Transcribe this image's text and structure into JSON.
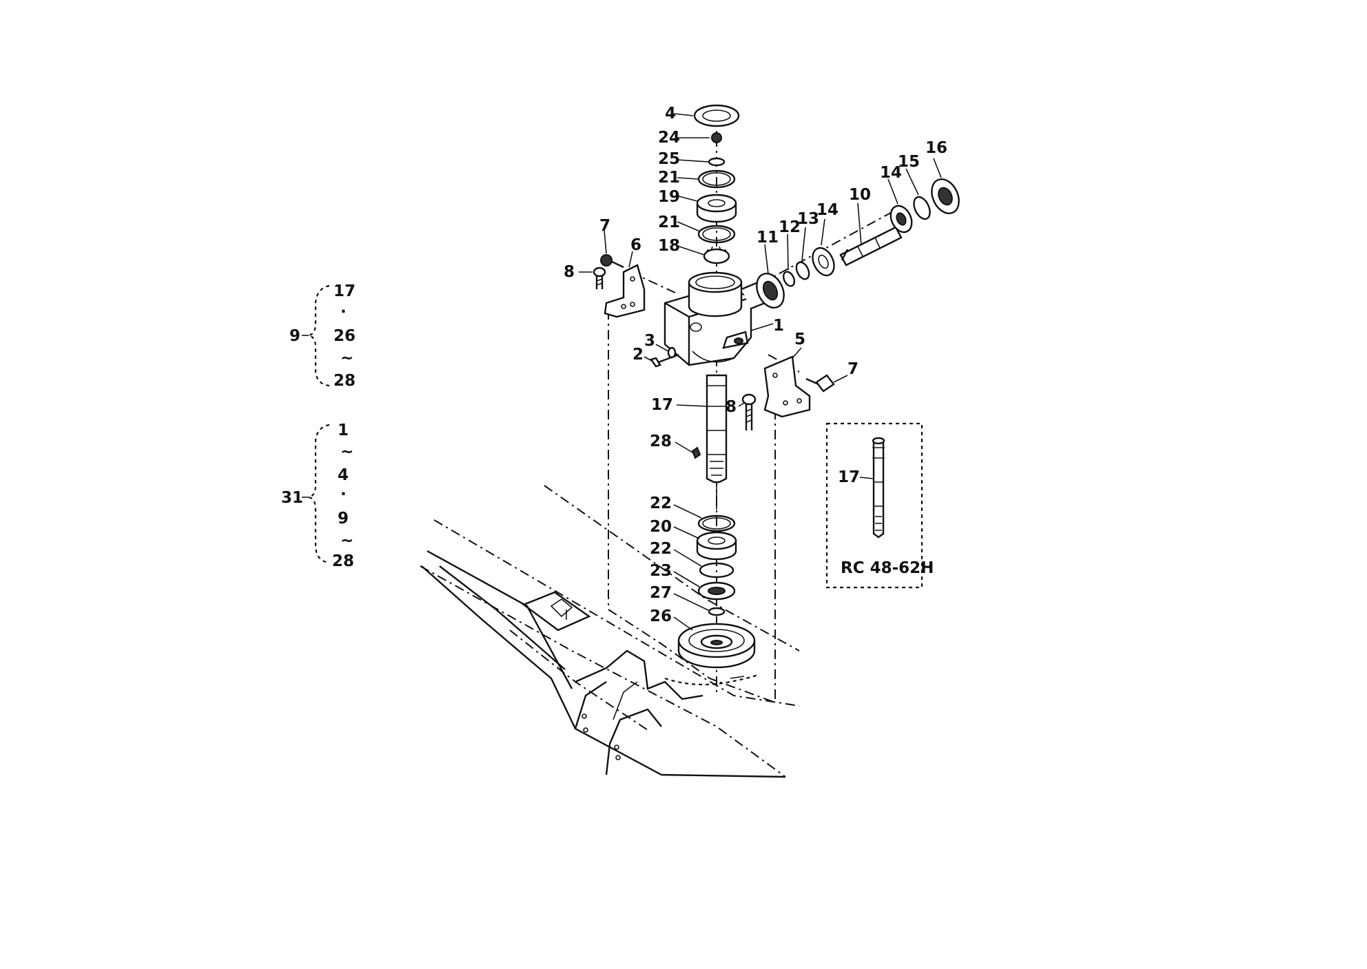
{
  "diagram": {
    "callouts": [
      {
        "id": "c4",
        "text": "4"
      },
      {
        "id": "c24",
        "text": "24"
      },
      {
        "id": "c25",
        "text": "25"
      },
      {
        "id": "c21a",
        "text": "21"
      },
      {
        "id": "c19",
        "text": "19"
      },
      {
        "id": "c21b",
        "text": "21"
      },
      {
        "id": "c18",
        "text": "18"
      },
      {
        "id": "c7a",
        "text": "7"
      },
      {
        "id": "c6",
        "text": "6"
      },
      {
        "id": "c8a",
        "text": "8"
      },
      {
        "id": "c11",
        "text": "11"
      },
      {
        "id": "c12",
        "text": "12"
      },
      {
        "id": "c13",
        "text": "13"
      },
      {
        "id": "c14a",
        "text": "14"
      },
      {
        "id": "c10",
        "text": "10"
      },
      {
        "id": "c14b",
        "text": "14"
      },
      {
        "id": "c15",
        "text": "15"
      },
      {
        "id": "c16",
        "text": "16"
      },
      {
        "id": "c1",
        "text": "1"
      },
      {
        "id": "c3",
        "text": "3"
      },
      {
        "id": "c2",
        "text": "2"
      },
      {
        "id": "c5",
        "text": "5"
      },
      {
        "id": "c7b",
        "text": "7"
      },
      {
        "id": "c17",
        "text": "17"
      },
      {
        "id": "c8b",
        "text": "8"
      },
      {
        "id": "c28",
        "text": "28"
      },
      {
        "id": "c22a",
        "text": "22"
      },
      {
        "id": "c20",
        "text": "20"
      },
      {
        "id": "c22b",
        "text": "22"
      },
      {
        "id": "c23",
        "text": "23"
      },
      {
        "id": "c27",
        "text": "27"
      },
      {
        "id": "c26",
        "text": "26"
      }
    ],
    "group_9": {
      "label": "9",
      "items": [
        "17",
        "·",
        "26",
        "~",
        "28"
      ]
    },
    "group_31": {
      "label": "31",
      "items": [
        "1",
        "~",
        "4",
        "·",
        "9",
        "~",
        "28"
      ]
    },
    "inset": {
      "callout": "17",
      "caption": "RC 48-62H"
    }
  }
}
